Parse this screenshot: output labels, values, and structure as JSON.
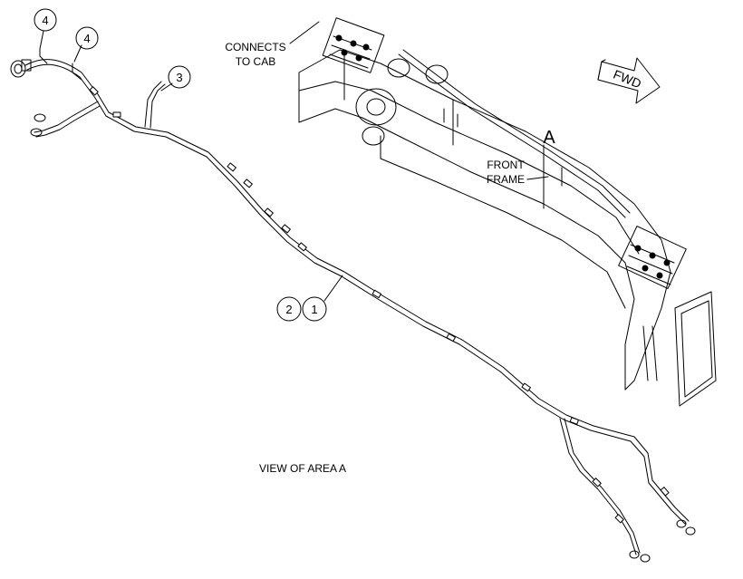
{
  "labels": {
    "connects_line1": "CONNECTS",
    "connects_line2": "TO CAB",
    "fwd": "FWD",
    "area": "A",
    "front_frame_line1": "FRONT",
    "front_frame_line2": "FRAME",
    "view_caption": "VIEW OF AREA  A"
  },
  "callouts": [
    "4",
    "4",
    "3",
    "2",
    "1"
  ],
  "colors": {
    "ink": "#000000",
    "paper": "#ffffff"
  }
}
